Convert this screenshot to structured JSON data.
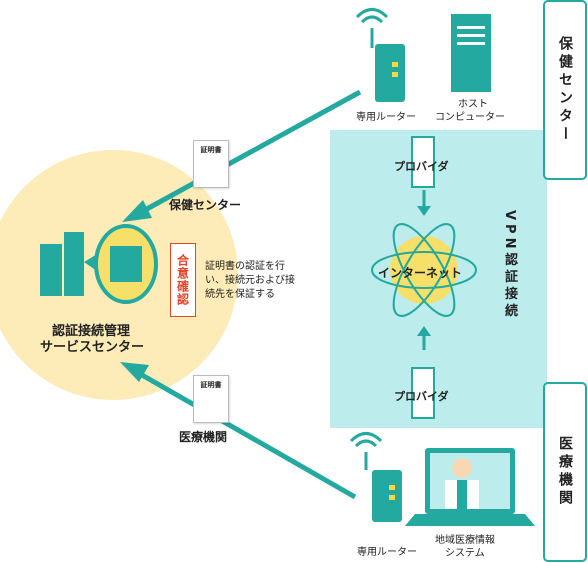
{
  "right_labels": {
    "top": "保健センター",
    "bottom": "医療機関"
  },
  "top_devices": {
    "router_label": "専用ルーター",
    "host_label_1": "ホスト",
    "host_label_2": "コンピューター"
  },
  "bottom_devices": {
    "router_label": "専用ルーター",
    "system_label_1": "地域医療情報",
    "system_label_2": "システム"
  },
  "vpn": {
    "vertical_label": "VPN認証接続",
    "provider_top": "プロバイダ",
    "provider_bottom": "プロバイダ",
    "internet": "インターネット"
  },
  "certs": {
    "top_text": "証明書",
    "bottom_text": "証明書",
    "top_caption": "保健センター",
    "bottom_caption": "医療機関"
  },
  "center": {
    "title_line1": "認証接続管理",
    "title_line2": "サービスセンター",
    "stamp": "合意確認",
    "desc_line1": "証明書の認証を行",
    "desc_line2": "い、接続元および接",
    "desc_line3": "続先を保証する"
  },
  "colors": {
    "teal": "#23a9a0",
    "light_teal": "#bdeced",
    "circle": "#fdecb7",
    "stamp": "#e6442b"
  }
}
